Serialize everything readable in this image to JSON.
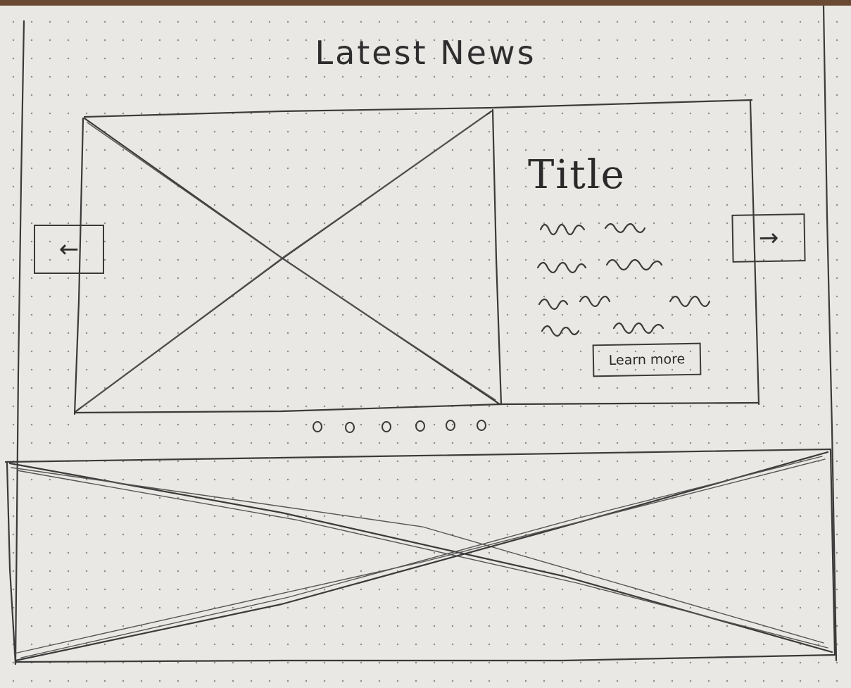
{
  "header": {
    "title": "Latest News"
  },
  "carousel": {
    "prev_label": "←",
    "next_label": "→",
    "card": {
      "title": "Title",
      "button_label": "Learn more"
    },
    "dot_count": 6
  },
  "colors": {
    "paper": "#e9e8e4",
    "ink": "#3a3a3a"
  },
  "icons": [
    "arrow-left-icon",
    "arrow-right-icon"
  ]
}
